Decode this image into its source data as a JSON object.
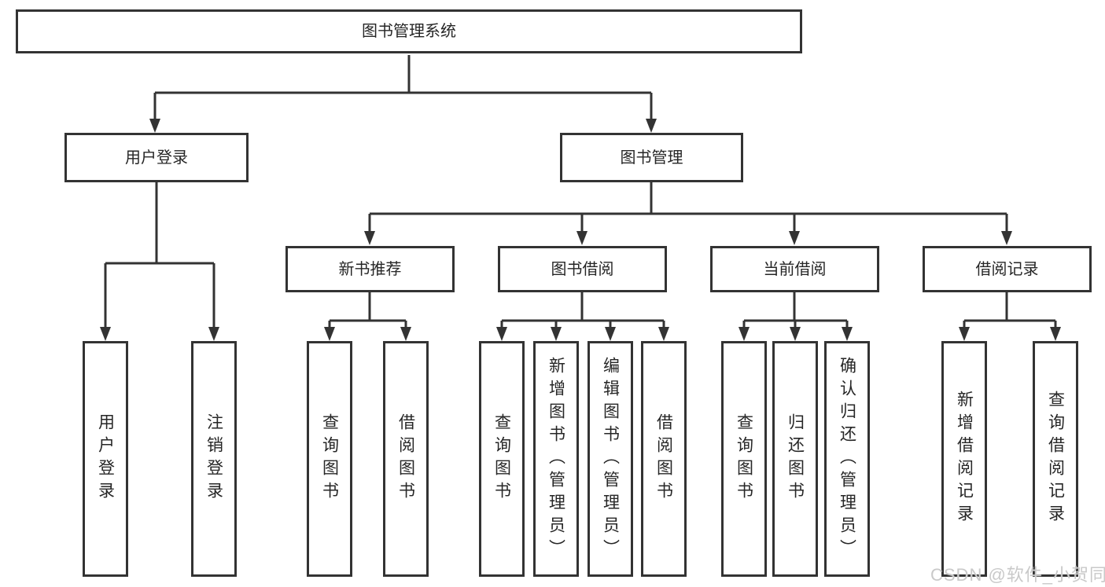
{
  "diagram": {
    "root": {
      "label": "图书管理系统"
    },
    "branches": [
      {
        "label": "用户登录",
        "children": [
          {
            "label": "用户登录"
          },
          {
            "label": "注销登录"
          }
        ]
      },
      {
        "label": "图书管理",
        "children": [
          {
            "label": "新书推荐",
            "children": [
              {
                "label": "查询图书"
              },
              {
                "label": "借阅图书"
              }
            ]
          },
          {
            "label": "图书借阅",
            "children": [
              {
                "label": "查询图书"
              },
              {
                "label": "新增图书（管理员）"
              },
              {
                "label": "编辑图书（管理员）"
              },
              {
                "label": "借阅图书"
              }
            ]
          },
          {
            "label": "当前借阅",
            "children": [
              {
                "label": "查询图书"
              },
              {
                "label": "归还图书"
              },
              {
                "label": "确认归还（管理员）"
              }
            ]
          },
          {
            "label": "借阅记录",
            "children": [
              {
                "label": "新增借阅记录"
              },
              {
                "label": "查询借阅记录"
              }
            ]
          }
        ]
      }
    ],
    "watermark": "CSDN @软件_小贺同学",
    "colors": {
      "line": "#333333",
      "box_border": "#333333",
      "text": "#262626",
      "watermark": "#c9c9c9",
      "background": "#ffffff"
    }
  }
}
